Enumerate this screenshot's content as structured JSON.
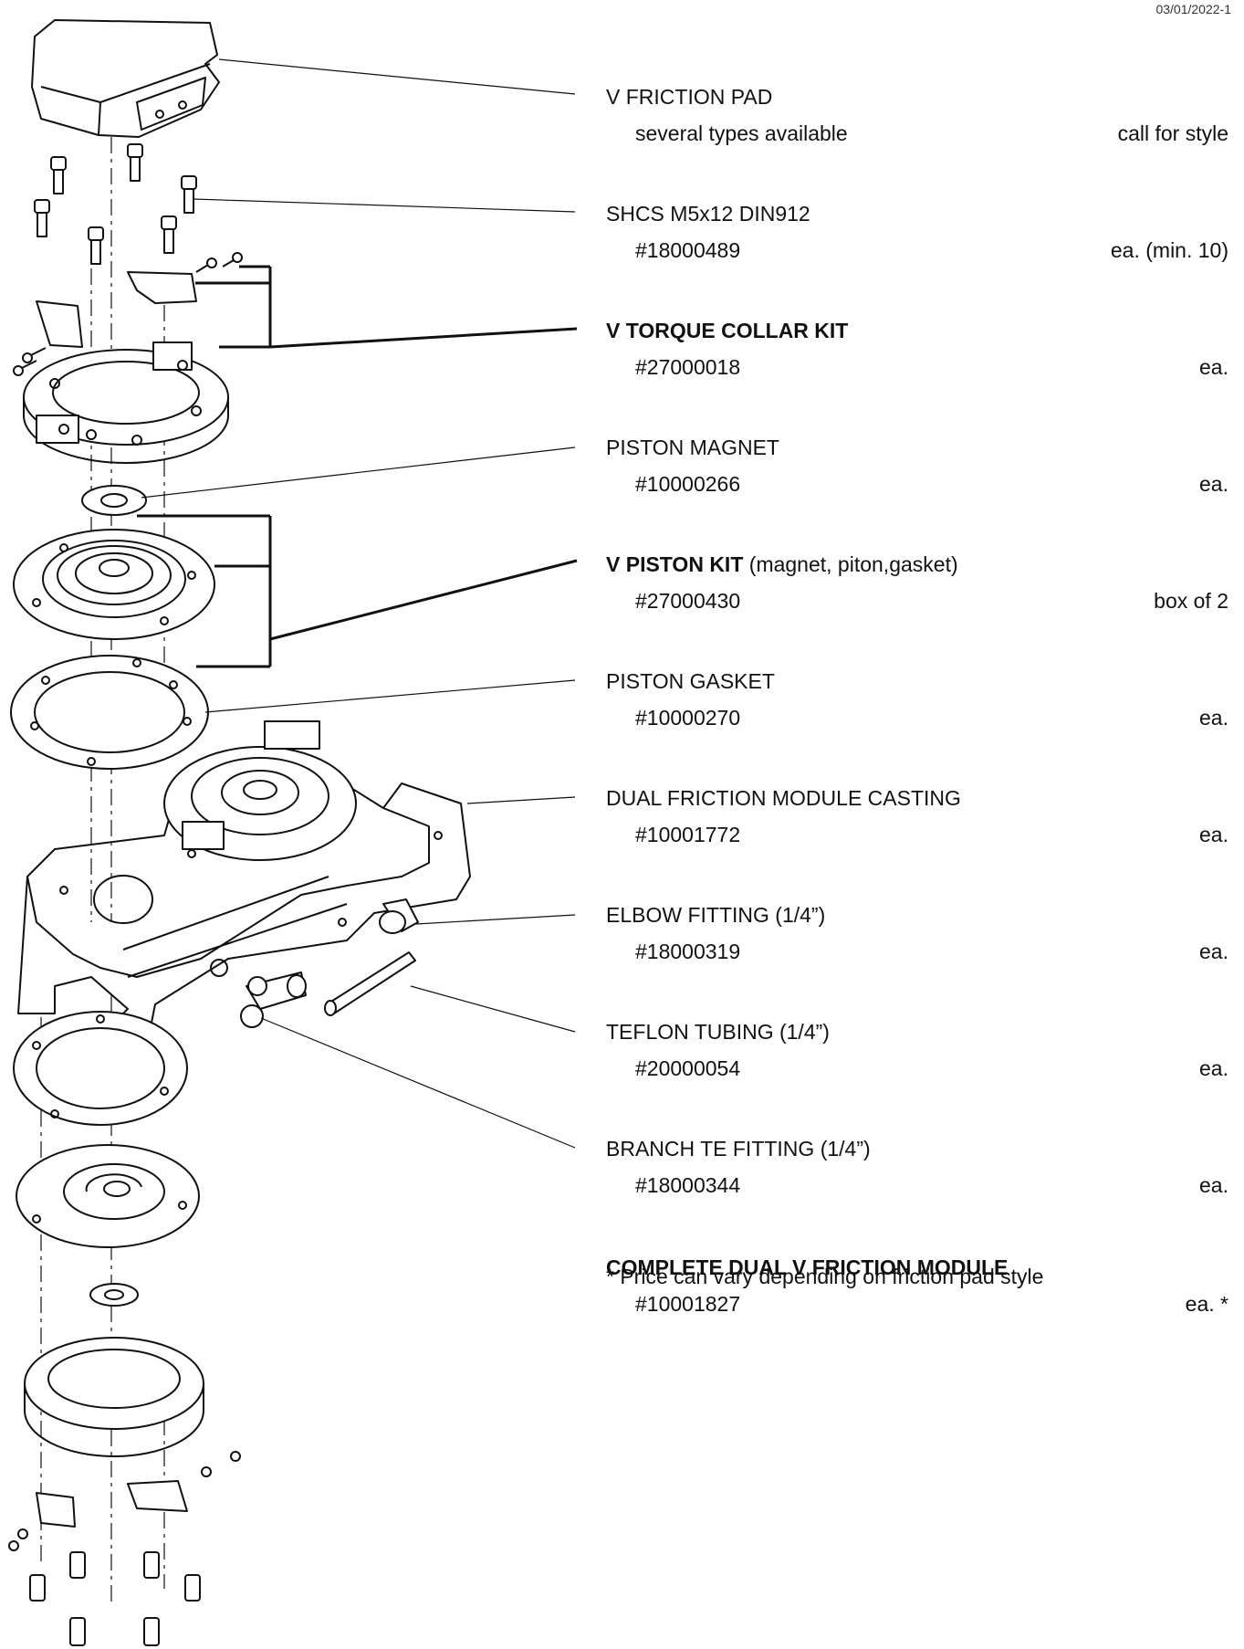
{
  "document": {
    "date": "03/01/2022-1"
  },
  "parts": [
    {
      "name": "V FRICTION PAD",
      "bold": false,
      "note": "",
      "number": "several types available",
      "qty": "call for style"
    },
    {
      "name": "SHCS M5x12 DIN912",
      "bold": false,
      "note": "",
      "number": "#18000489",
      "qty": "ea. (min. 10)"
    },
    {
      "name": "V TORQUE COLLAR KIT",
      "bold": true,
      "note": "",
      "number": "#27000018",
      "qty": "ea."
    },
    {
      "name": "PISTON MAGNET",
      "bold": false,
      "note": "",
      "number": "#10000266",
      "qty": "ea."
    },
    {
      "name": "V PISTON KIT",
      "bold": true,
      "note": " (magnet, piton,gasket)",
      "number": "#27000430",
      "qty": "box of 2"
    },
    {
      "name": "PISTON GASKET",
      "bold": false,
      "note": "",
      "number": "#10000270",
      "qty": "ea."
    },
    {
      "name": "DUAL FRICTION MODULE CASTING",
      "bold": false,
      "note": "",
      "number": "#10001772",
      "qty": "ea."
    },
    {
      "name": "ELBOW FITTING (1/4”)",
      "bold": false,
      "note": "",
      "number": "#18000319",
      "qty": "ea."
    },
    {
      "name": "TEFLON TUBING (1/4”)",
      "bold": false,
      "note": "",
      "number": "#20000054",
      "qty": "ea."
    },
    {
      "name": "BRANCH TE FITTING (1/4”)",
      "bold": false,
      "note": "",
      "number": "#18000344",
      "qty": "ea."
    },
    {
      "name": "COMPLETE DUAL V FRICTION MODULE",
      "bold": true,
      "note": "",
      "number": "#10001827",
      "qty": "ea. *"
    }
  ],
  "footnote": "* Price can vary depending on friction pad style"
}
